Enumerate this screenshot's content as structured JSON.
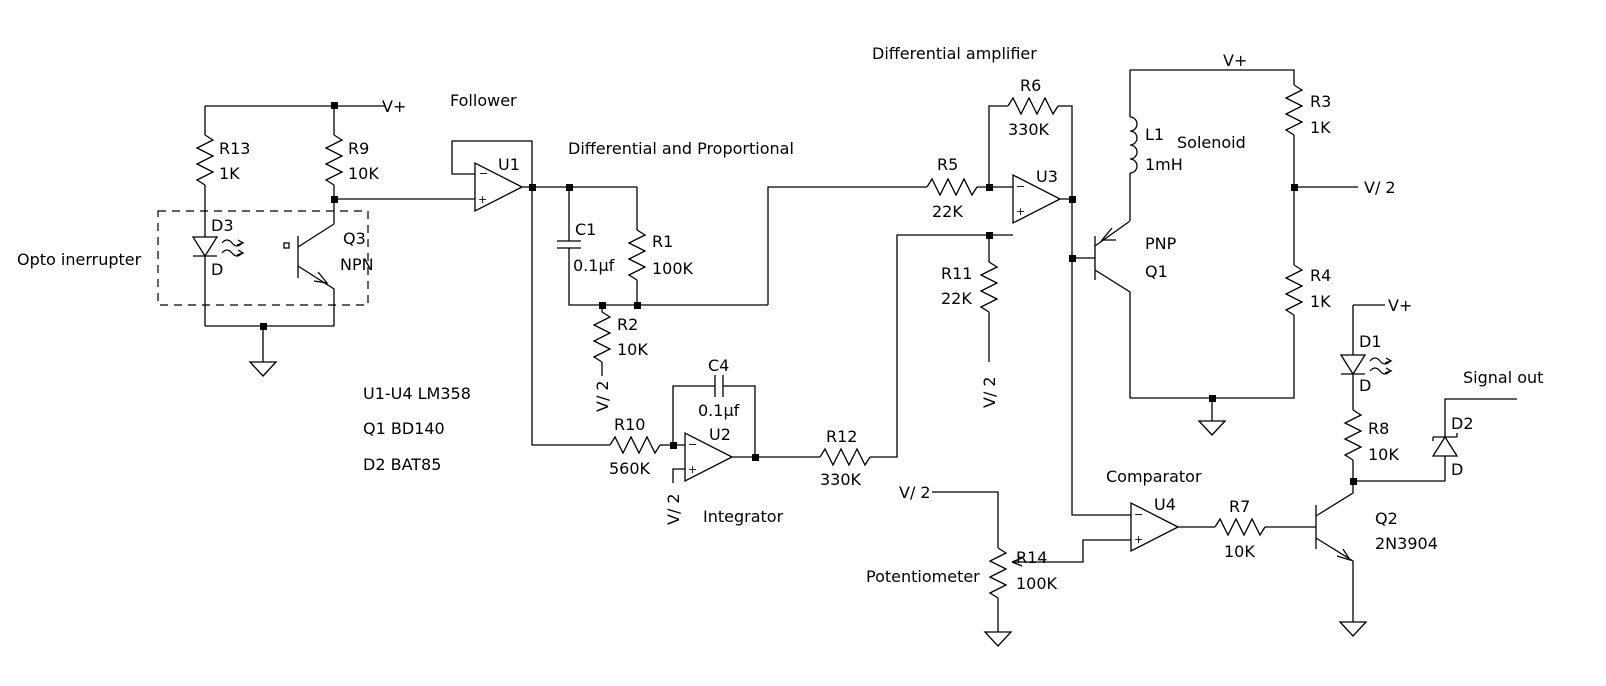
{
  "labels": {
    "vplus_1": "V+",
    "vplus_2": "V+",
    "vplus_3": "V+",
    "vhalf_r2": "V/ 2",
    "vhalf_u2": "V/ 2",
    "vhalf_r11": "V/ 2",
    "vhalf_pot": "V/ 2",
    "vhalf_r3": "V/ 2",
    "follower": "Follower",
    "diff_prop": "Differential and Proportional",
    "diff_amp": "Differential amplifier",
    "integrator": "Integrator",
    "comparator": "Comparator",
    "solenoid": "Solenoid",
    "signal_out": "Signal out",
    "opto": "Opto inerrupter",
    "potentiometer": "Potentiometer",
    "pnp": "PNP",
    "npn": "NPN",
    "d3_type": "D",
    "d1_type": "D",
    "d2_type": "D"
  },
  "components": {
    "R13": {
      "ref": "R13",
      "value": "1K"
    },
    "R9": {
      "ref": "R9",
      "value": "10K"
    },
    "D3": {
      "ref": "D3"
    },
    "Q3": {
      "ref": "Q3"
    },
    "U1": {
      "ref": "U1"
    },
    "C1": {
      "ref": "C1",
      "value": "0.1µf"
    },
    "R1": {
      "ref": "R1",
      "value": "100K"
    },
    "R2": {
      "ref": "R2",
      "value": "10K"
    },
    "R5": {
      "ref": "R5",
      "value": "22K"
    },
    "R6": {
      "ref": "R6",
      "value": "330K"
    },
    "U3": {
      "ref": "U3"
    },
    "R11": {
      "ref": "R11",
      "value": "22K"
    },
    "L1": {
      "ref": "L1",
      "value": "1mH"
    },
    "R3": {
      "ref": "R3",
      "value": "1K"
    },
    "R4": {
      "ref": "R4",
      "value": "1K"
    },
    "Q1": {
      "ref": "Q1"
    },
    "D1": {
      "ref": "D1"
    },
    "R8": {
      "ref": "R8",
      "value": "10K"
    },
    "D2": {
      "ref": "D2"
    },
    "C4": {
      "ref": "C4",
      "value": "0.1µf"
    },
    "U2": {
      "ref": "U2"
    },
    "R10": {
      "ref": "R10",
      "value": "560K"
    },
    "R12": {
      "ref": "R12",
      "value": "330K"
    },
    "U4": {
      "ref": "U4"
    },
    "R7": {
      "ref": "R7",
      "value": "10K"
    },
    "Q2": {
      "ref": "Q2",
      "value": "2N3904"
    },
    "R14": {
      "ref": "R14",
      "value": "100K"
    }
  },
  "parts_list": [
    "U1-U4 LM358",
    "Q1 BD140",
    "D2 BAT85"
  ]
}
